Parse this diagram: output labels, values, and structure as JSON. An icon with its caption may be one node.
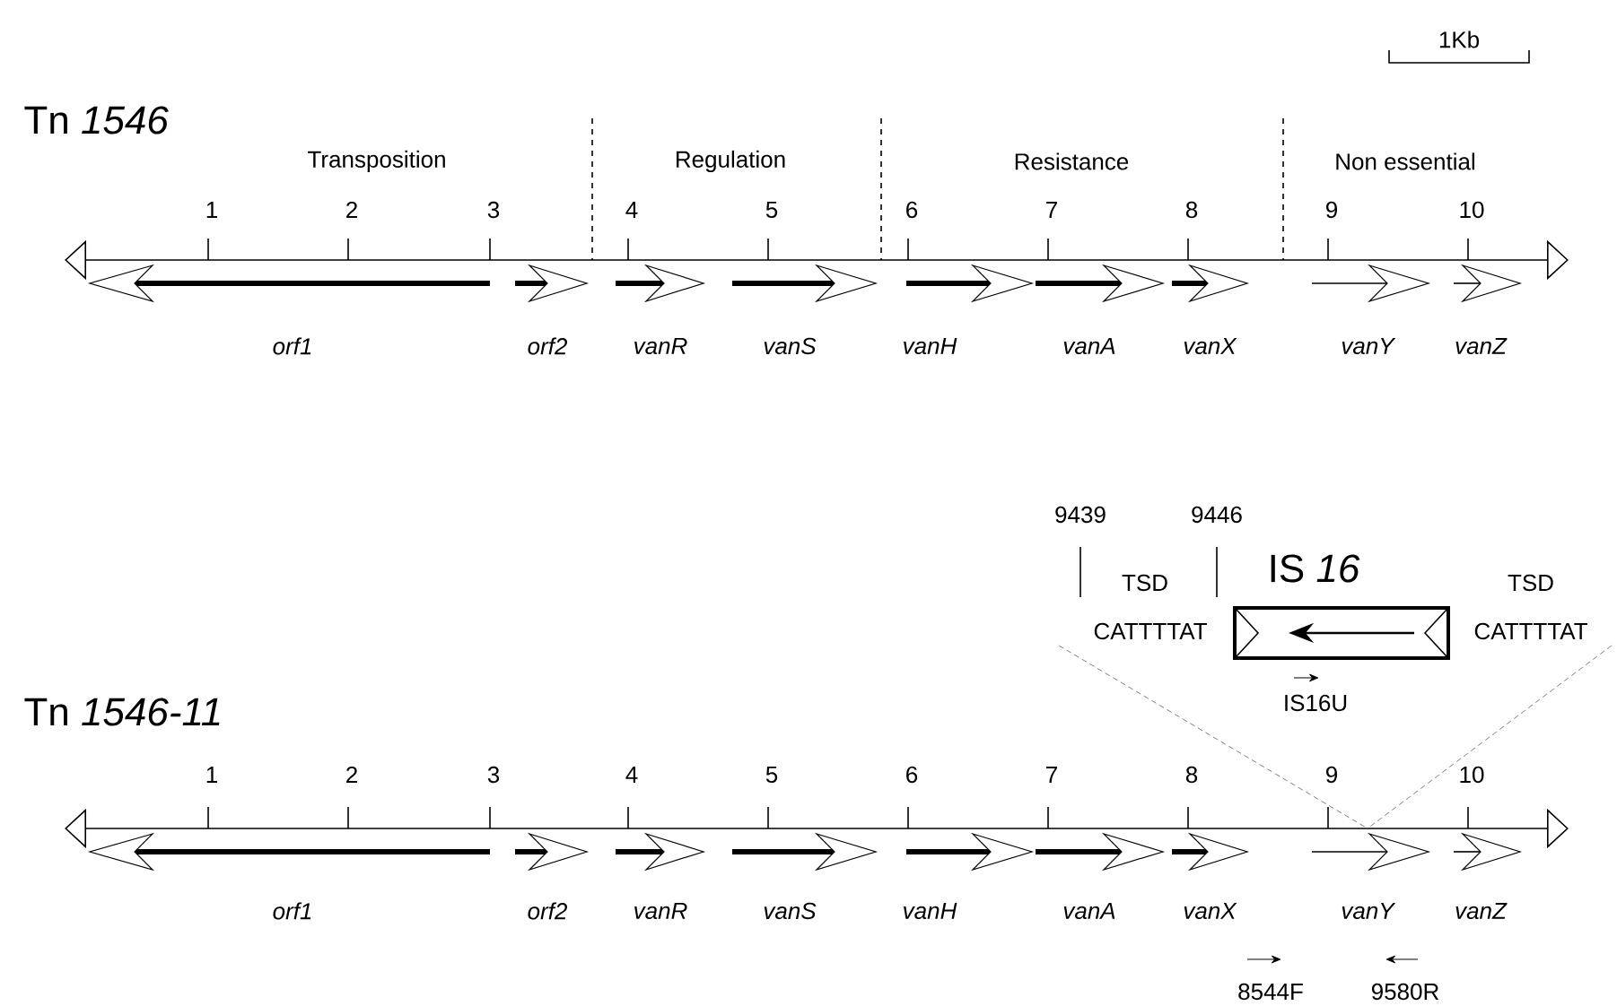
{
  "diagram": {
    "nodes": [
      {
        "text": [
          "IS *16*"
        ]
      }
    ],
    "labels": [
      "1Kb",
      "Tn *1546*",
      "Transposition",
      "Regulation",
      "Resistance",
      "Non essential",
      "1",
      "2",
      "3",
      "4",
      "5",
      "6",
      "7",
      "8",
      "9",
      "10",
      "orf1",
      "orf2",
      "vanR",
      "vanS",
      "vanH",
      "vanA",
      "vanX",
      "vanY",
      "vanZ",
      "9439",
      "9446",
      "TSD",
      "TSD",
      "CATTTTAT",
      "CATTTTAT",
      "IS16U",
      "Tn *1546-11*",
      "1",
      "2",
      "3",
      "4",
      "5",
      "6",
      "7",
      "8",
      "9",
      "10",
      "orf1",
      "orf2",
      "vanR",
      "vanS",
      "vanH",
      "vanA",
      "vanX",
      "vanY",
      "vanZ",
      "8544F",
      "9580R"
    ]
  }
}
